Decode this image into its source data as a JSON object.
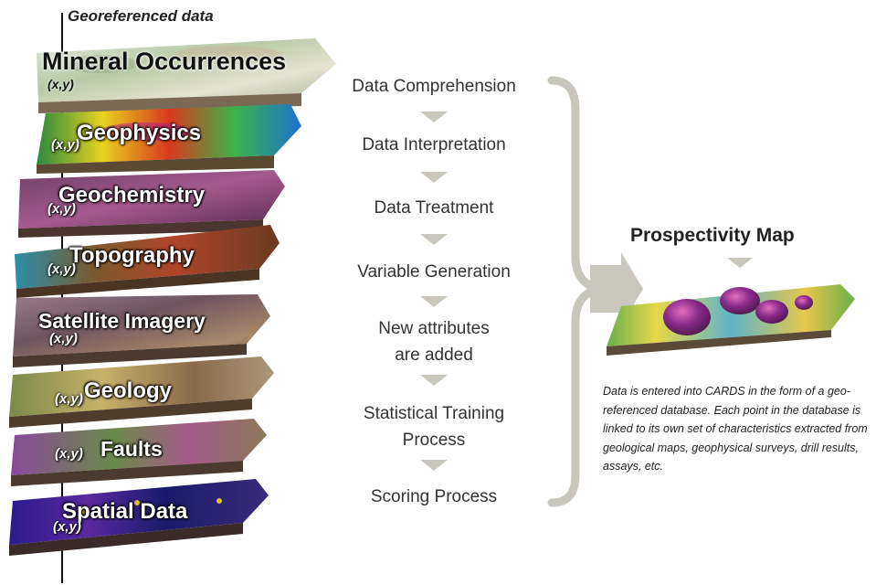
{
  "left_header": "Georeferenced data",
  "xy_label": "(x,y)",
  "layers": [
    {
      "name": "Mineral Occurrences"
    },
    {
      "name": "Geophysics"
    },
    {
      "name": "Geochemistry"
    },
    {
      "name": "Topography"
    },
    {
      "name": "Satellite Imagery"
    },
    {
      "name": "Geology"
    },
    {
      "name": "Faults"
    },
    {
      "name": "Spatial Data"
    }
  ],
  "steps": [
    {
      "label": "Data Comprehension"
    },
    {
      "label": "Data Interpretation"
    },
    {
      "label": "Data Treatment"
    },
    {
      "label": "Variable Generation"
    },
    {
      "line1": "New attributes",
      "line2": "are added"
    },
    {
      "line1": "Statistical Training",
      "line2": "Process"
    },
    {
      "label": "Scoring Process"
    }
  ],
  "prospectivity": {
    "title": "Prospectivity Map",
    "description": "Data is entered into CARDS in the form of a geo-referenced database. Each point in the database is linked to its own set of characteristics extracted from geological maps, geophysical surveys, drill results, assays, etc."
  },
  "colors": {
    "arrow": "#c9c6bd",
    "layer_side": "#6b5a45",
    "text_dark": "#333333"
  }
}
